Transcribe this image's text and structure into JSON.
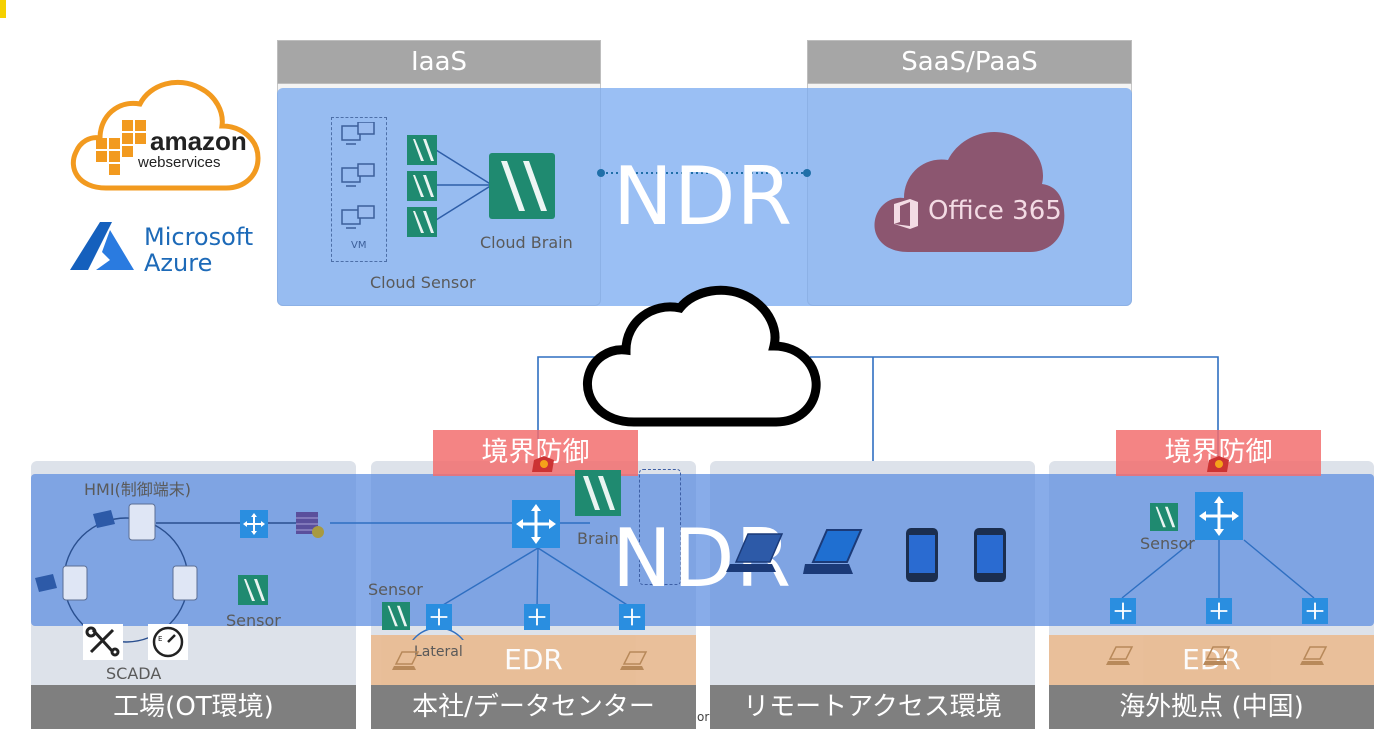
{
  "cloud": {
    "iaas_tab": "IaaS",
    "saas_tab": "SaaS/PaaS",
    "cloud_sensor_label": "Cloud Sensor",
    "cloud_brain_label": "Cloud Brain",
    "vm_label": "VM",
    "ndr_label": "NDR",
    "office_label": "Office 365"
  },
  "brands": {
    "amazon_line1": "amazon",
    "amazon_line2": "webservices",
    "azure_line1": "Microsoft",
    "azure_line2": "Azure"
  },
  "network": {
    "boundary_left": "境界防御",
    "boundary_right": "境界防御",
    "ndr_label": "NDR"
  },
  "sites": {
    "factory": {
      "label": "工場(OT環境)",
      "hmi_label": "HMI(制御端末)",
      "sensor_label": "Sensor",
      "scada_label": "SCADA"
    },
    "hq": {
      "label": "本社/データセンター",
      "sensor_label": "Sensor",
      "brain_label": "Brain",
      "lateral_label": "Lateral",
      "edr_label": "EDR",
      "stray_text": "or"
    },
    "remote": {
      "label": "リモートアクセス環境"
    },
    "overseas": {
      "label": "海外拠点 (中国)",
      "sensor_label": "Sensor",
      "edr_label": "EDR"
    }
  },
  "colors": {
    "ndr_blue": "#6fa0ea",
    "sensor_green": "#1f8a70",
    "switch_blue": "#2a8ee0",
    "boundary_red": "#f26e6e",
    "edr_tan": "#e9bc92",
    "site_label_gray": "#7f7f7f"
  }
}
